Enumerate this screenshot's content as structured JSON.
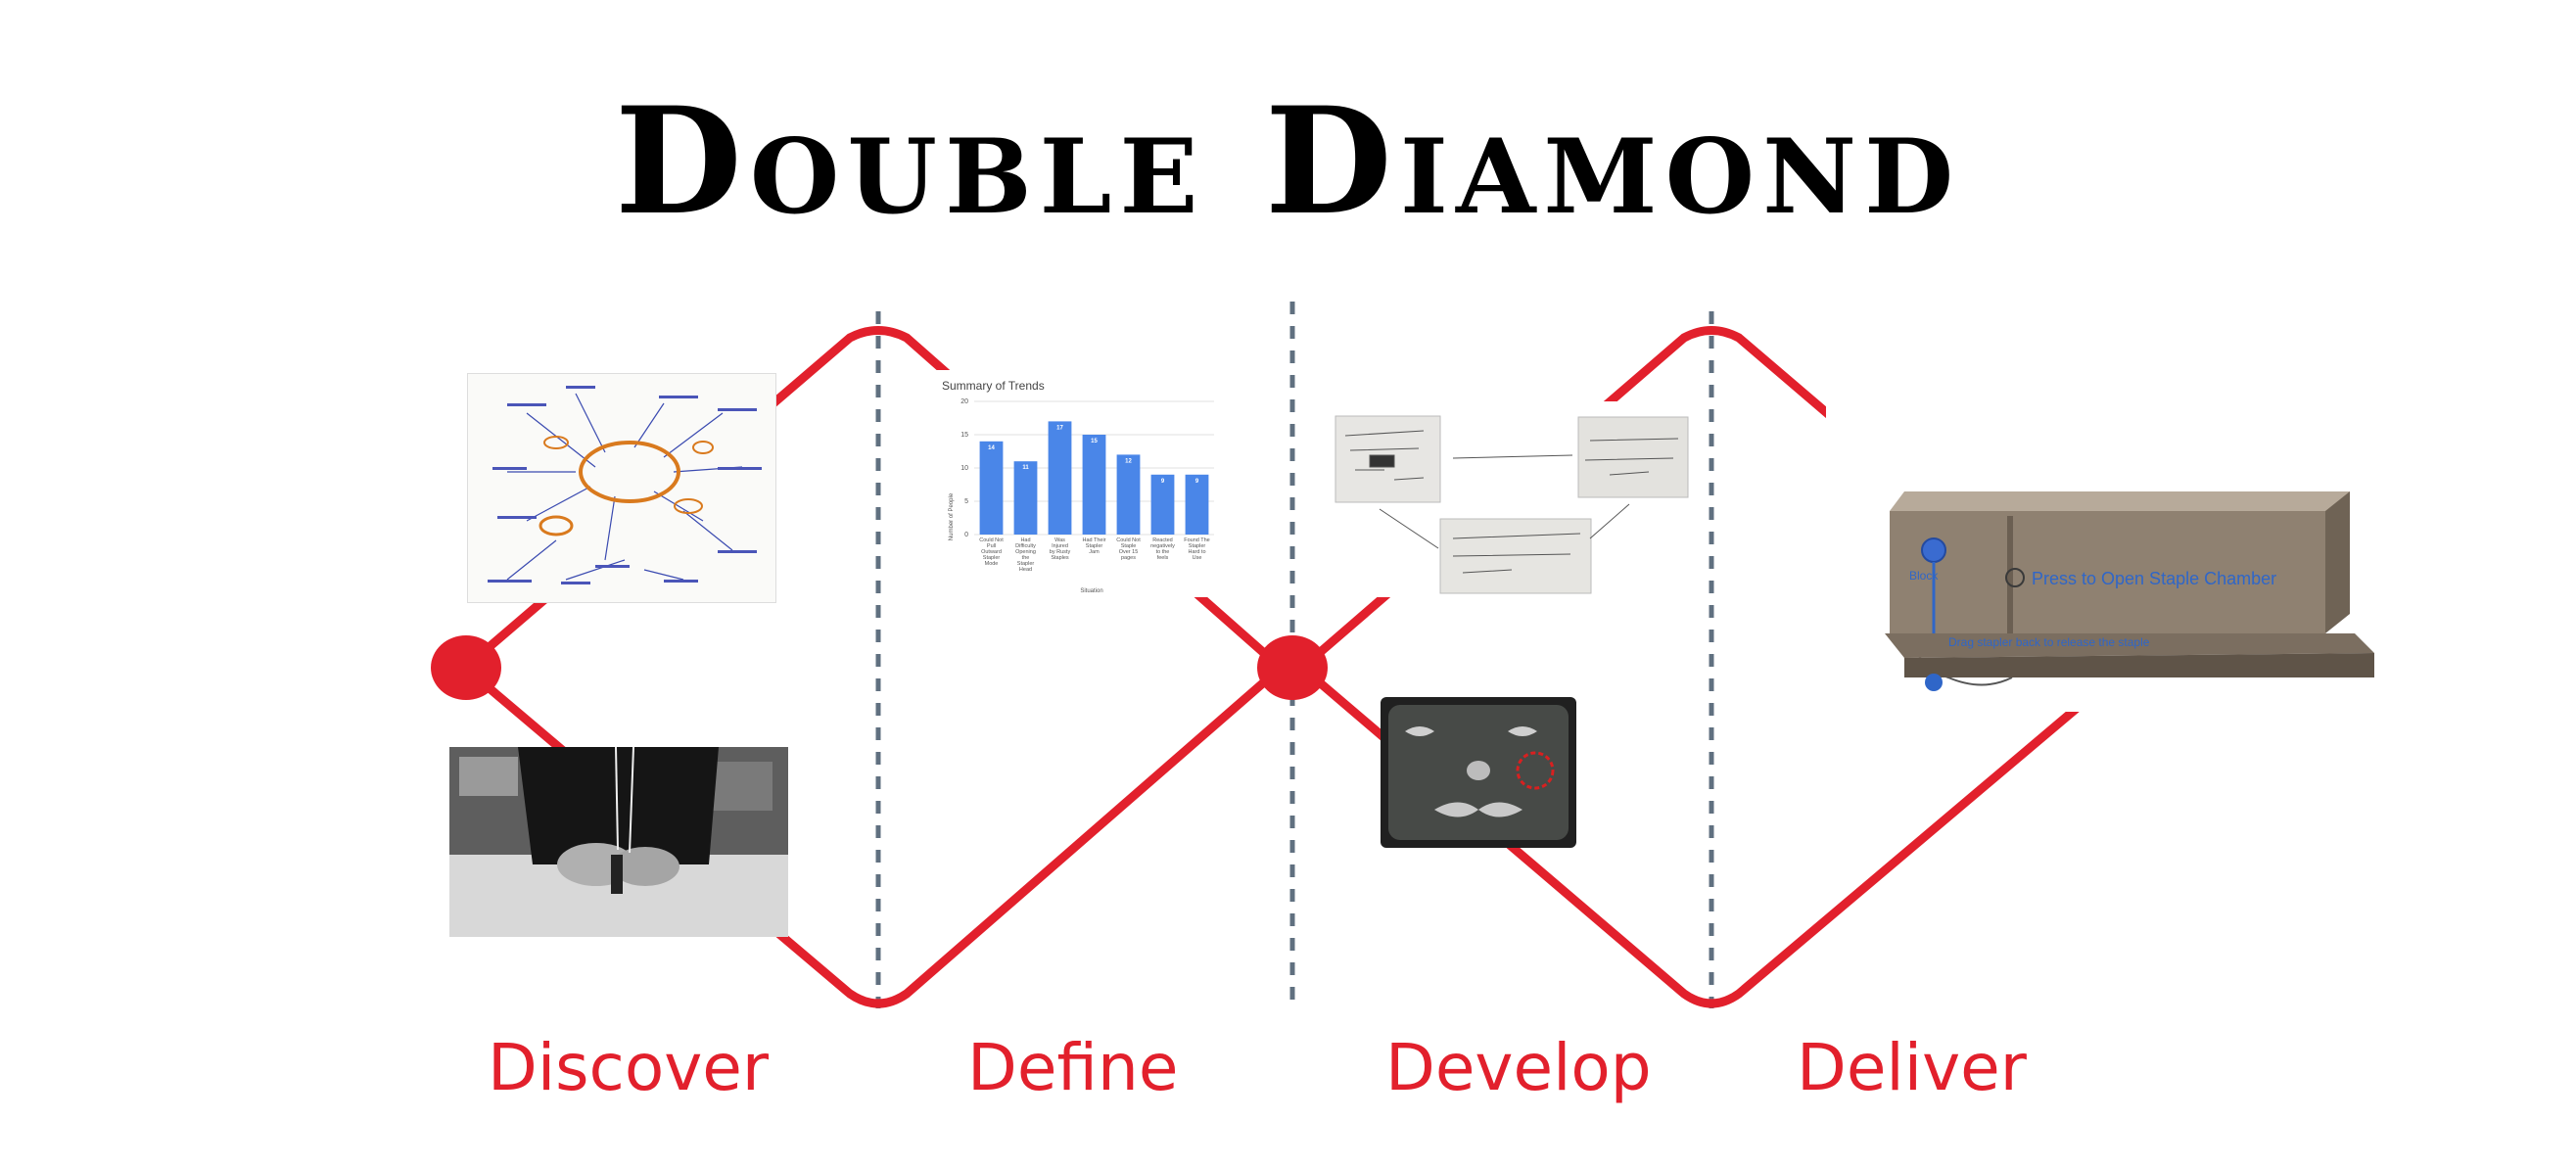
{
  "title": "Double Diamond",
  "phases": [
    {
      "label": "Discover"
    },
    {
      "label": "Define"
    },
    {
      "label": "Develop"
    },
    {
      "label": "Deliver"
    }
  ],
  "colors": {
    "diamond_line": "#e2202c",
    "divider": "#607080",
    "chart_bar": "#4a86e8",
    "cad_accent": "#2f66c8"
  },
  "icons": [
    "mind-map-image",
    "user-testing-photo",
    "trend-chart",
    "sketch-board",
    "stapler-prototype-photo",
    "cad-stapler-model"
  ],
  "chart_data": {
    "type": "bar",
    "title": "Summary of Trends",
    "xlabel": "Situation",
    "ylabel": "Number of People",
    "ylim": [
      0,
      20
    ],
    "yticks": [
      0,
      5,
      10,
      15,
      20
    ],
    "categories": [
      "Could Not Pull Outward Stapler Mode",
      "Had Difficulty Opening the Stapler Head",
      "Was Injured by Rusty Staples",
      "Had Their Stapler Jam",
      "Could Not Staple Over 15 pages",
      "Reacted negatively to the feels",
      "Found The Stapler Hard to Use"
    ],
    "values": [
      14,
      11,
      17,
      15,
      12,
      9,
      9
    ]
  },
  "cad": {
    "label_1": "Press to Open Staple Chamber",
    "label_2": "Block",
    "label_3": "Drag stapler back to release the staple"
  }
}
